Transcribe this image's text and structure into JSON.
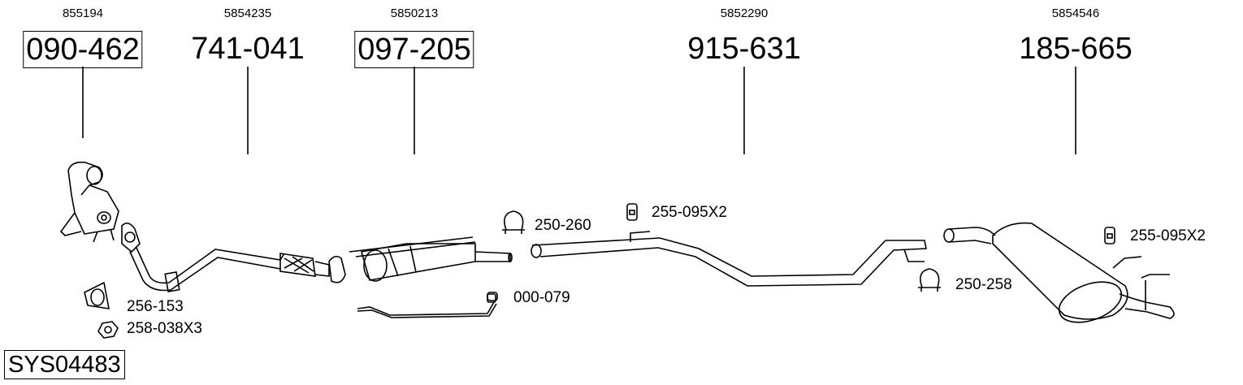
{
  "parts": [
    {
      "ref": "855194",
      "number": "090-462",
      "boxed": true
    },
    {
      "ref": "5854235",
      "number": "741-041",
      "boxed": false
    },
    {
      "ref": "5850213",
      "number": "097-205",
      "boxed": true
    },
    {
      "ref": "5852290",
      "number": "915-631",
      "boxed": false
    },
    {
      "ref": "5854546",
      "number": "185-665",
      "boxed": false
    }
  ],
  "accessories": [
    {
      "label": "256-153",
      "icon": "gasket-icon"
    },
    {
      "label": "258-038X3",
      "icon": "nut-icon"
    },
    {
      "label": "250-260",
      "icon": "clamp-icon"
    },
    {
      "label": "000-079",
      "icon": "sensor-icon"
    },
    {
      "label": "255-095X2",
      "icon": "rubber-mount-icon"
    },
    {
      "label": "250-258",
      "icon": "clamp-icon"
    },
    {
      "label": "255-095X2",
      "icon": "rubber-mount-icon"
    }
  ],
  "system_code": "SYS04483"
}
